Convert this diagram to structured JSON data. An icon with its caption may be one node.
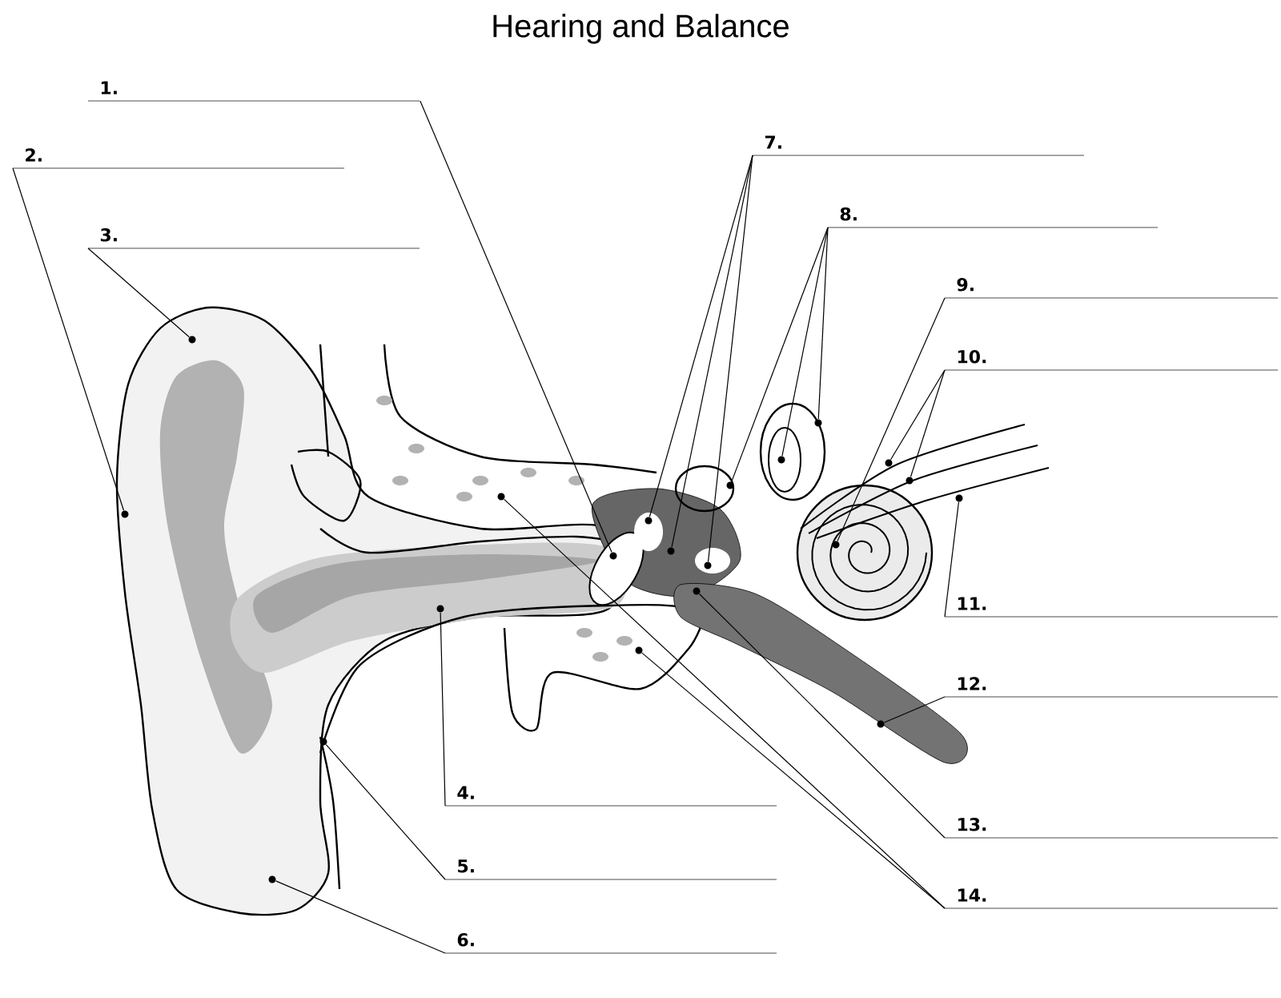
{
  "diagram": {
    "title": "Hearing and Balance",
    "nodes": [
      {
        "text": [
          "1."
        ]
      },
      {
        "text": [
          "2."
        ]
      },
      {
        "text": [
          "3."
        ]
      },
      {
        "text": [
          "4."
        ]
      },
      {
        "text": [
          "5."
        ]
      },
      {
        "text": [
          "6."
        ]
      },
      {
        "text": [
          "7."
        ]
      },
      {
        "text": [
          "8."
        ]
      },
      {
        "text": [
          "9."
        ]
      },
      {
        "text": [
          "10."
        ]
      },
      {
        "text": [
          "11."
        ]
      },
      {
        "text": [
          "12."
        ]
      },
      {
        "text": [
          "13."
        ]
      },
      {
        "text": [
          "14."
        ]
      },
      {
        "text": [],
        "shape": "circle"
      },
      {
        "text": [],
        "shape": "circle"
      },
      {
        "text": [],
        "shape": "circle"
      },
      {
        "text": [],
        "shape": "circle"
      },
      {
        "text": [],
        "shape": "circle"
      },
      {
        "text": [],
        "shape": "circle"
      },
      {
        "text": [],
        "shape": "circle"
      },
      {
        "text": [],
        "shape": "circle"
      },
      {
        "text": [],
        "shape": "circle"
      },
      {
        "text": [],
        "shape": "circle"
      },
      {
        "text": [],
        "shape": "circle"
      },
      {
        "text": [],
        "shape": "circle"
      },
      {
        "text": [],
        "shape": "circle"
      },
      {
        "text": [],
        "shape": "circle"
      },
      {
        "text": [],
        "shape": "circle"
      },
      {
        "text": [],
        "shape": "circle"
      },
      {
        "text": [],
        "shape": "circle"
      },
      {
        "text": [],
        "shape": "circle"
      },
      {
        "text": [],
        "shape": "circle"
      },
      {
        "text": [],
        "shape": "circle"
      }
    ],
    "edges": [
      {
        "from": 0,
        "to": 20,
        "arrow": "none"
      },
      {
        "from": 1,
        "to": 14,
        "arrow": "none"
      },
      {
        "from": 2,
        "to": 15,
        "arrow": "none"
      },
      {
        "from": 3,
        "to": 18,
        "arrow": "none"
      },
      {
        "from": 4,
        "to": 17,
        "arrow": "none"
      },
      {
        "from": 5,
        "to": 16,
        "arrow": "none"
      },
      {
        "from": 6,
        "to": 22,
        "arrow": "none"
      },
      {
        "from": 6,
        "to": 23,
        "arrow": "none"
      },
      {
        "from": 6,
        "to": 25,
        "arrow": "none"
      },
      {
        "from": 7,
        "to": 26,
        "arrow": "none"
      },
      {
        "from": 7,
        "to": 27,
        "arrow": "none"
      },
      {
        "from": 7,
        "to": 28,
        "arrow": "none"
      },
      {
        "from": 8,
        "to": 29,
        "arrow": "none"
      },
      {
        "from": 9,
        "to": 31,
        "arrow": "none"
      },
      {
        "from": 9,
        "to": 32,
        "arrow": "none"
      },
      {
        "from": 10,
        "to": 33,
        "arrow": "none"
      },
      {
        "from": 11,
        "to": 30,
        "arrow": "none"
      },
      {
        "from": 12,
        "to": 24,
        "arrow": "none"
      },
      {
        "from": 13,
        "to": 19,
        "arrow": "none"
      },
      {
        "from": 13,
        "to": 21,
        "arrow": "none"
      }
    ]
  }
}
